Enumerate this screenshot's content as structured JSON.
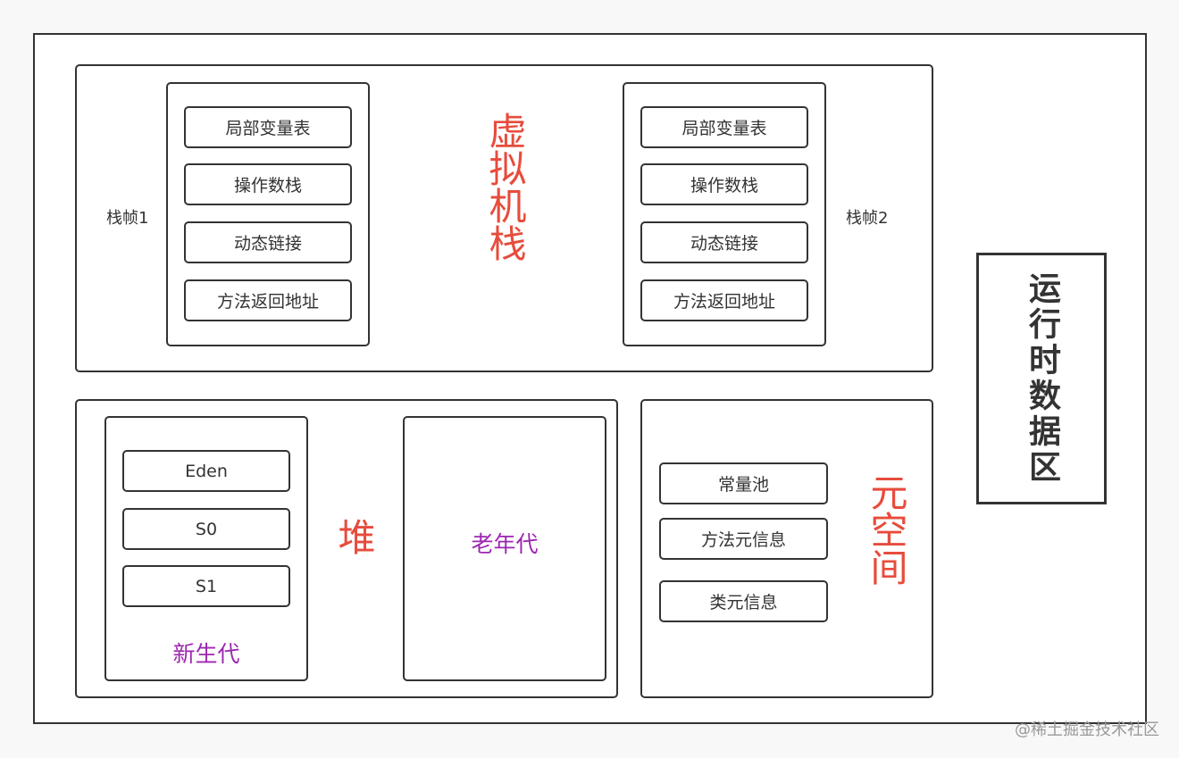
{
  "stack": {
    "title": "虚拟机栈",
    "frame1": {
      "label": "栈帧1",
      "items": [
        "局部变量表",
        "操作数栈",
        "动态链接",
        "方法返回地址"
      ]
    },
    "frame2": {
      "label": "栈帧2",
      "items": [
        "局部变量表",
        "操作数栈",
        "动态链接",
        "方法返回地址"
      ]
    }
  },
  "heap": {
    "title": "堆",
    "young": {
      "label": "新生代",
      "items": [
        "Eden",
        "S0",
        "S1"
      ]
    },
    "old": {
      "label": "老年代"
    }
  },
  "metaspace": {
    "title": "元空间",
    "items": [
      "常量池",
      "方法元信息",
      "类元信息"
    ]
  },
  "runtime_area": {
    "title": "运行时数据区"
  },
  "watermark": "@稀土掘金技术社区",
  "colors": {
    "red": "#e74c3c",
    "purple": "#9c27b0",
    "border": "#333333"
  }
}
